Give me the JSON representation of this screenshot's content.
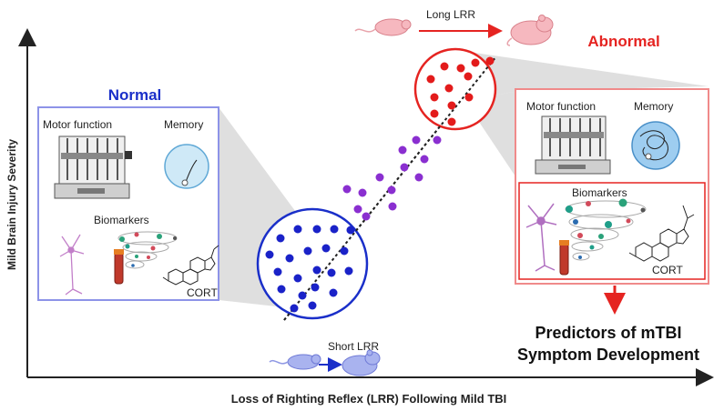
{
  "axes": {
    "y_label": "Mild Brain Injury Severity",
    "x_label": "Loss of Righting Reflex (LRR) Following Mild TBI"
  },
  "normal": {
    "title": "Normal",
    "motor_label": "Motor function",
    "memory_label": "Memory",
    "biomarkers_label": "Biomarkers",
    "cort_label": "CORT",
    "rat_label": "Short LRR"
  },
  "abnormal": {
    "title": "Abnormal",
    "motor_label": "Motor function",
    "memory_label": "Memory",
    "biomarkers_label": "Biomarkers",
    "cort_label": "CORT",
    "rat_label": "Long LRR"
  },
  "predictors": {
    "line1": "Predictors of mTBI",
    "line2": "Symptom Development"
  },
  "colors": {
    "normal": "#1a2fc9",
    "normal_dot": "#1a22c8",
    "abnormal": "#e52421",
    "abnormal_dot": "#e31b1b",
    "middle_dot": "#8a2fd0",
    "normal_box": "#8d93e8",
    "abnormal_box": "#f08a8a",
    "cone": "#d9d9d9"
  }
}
